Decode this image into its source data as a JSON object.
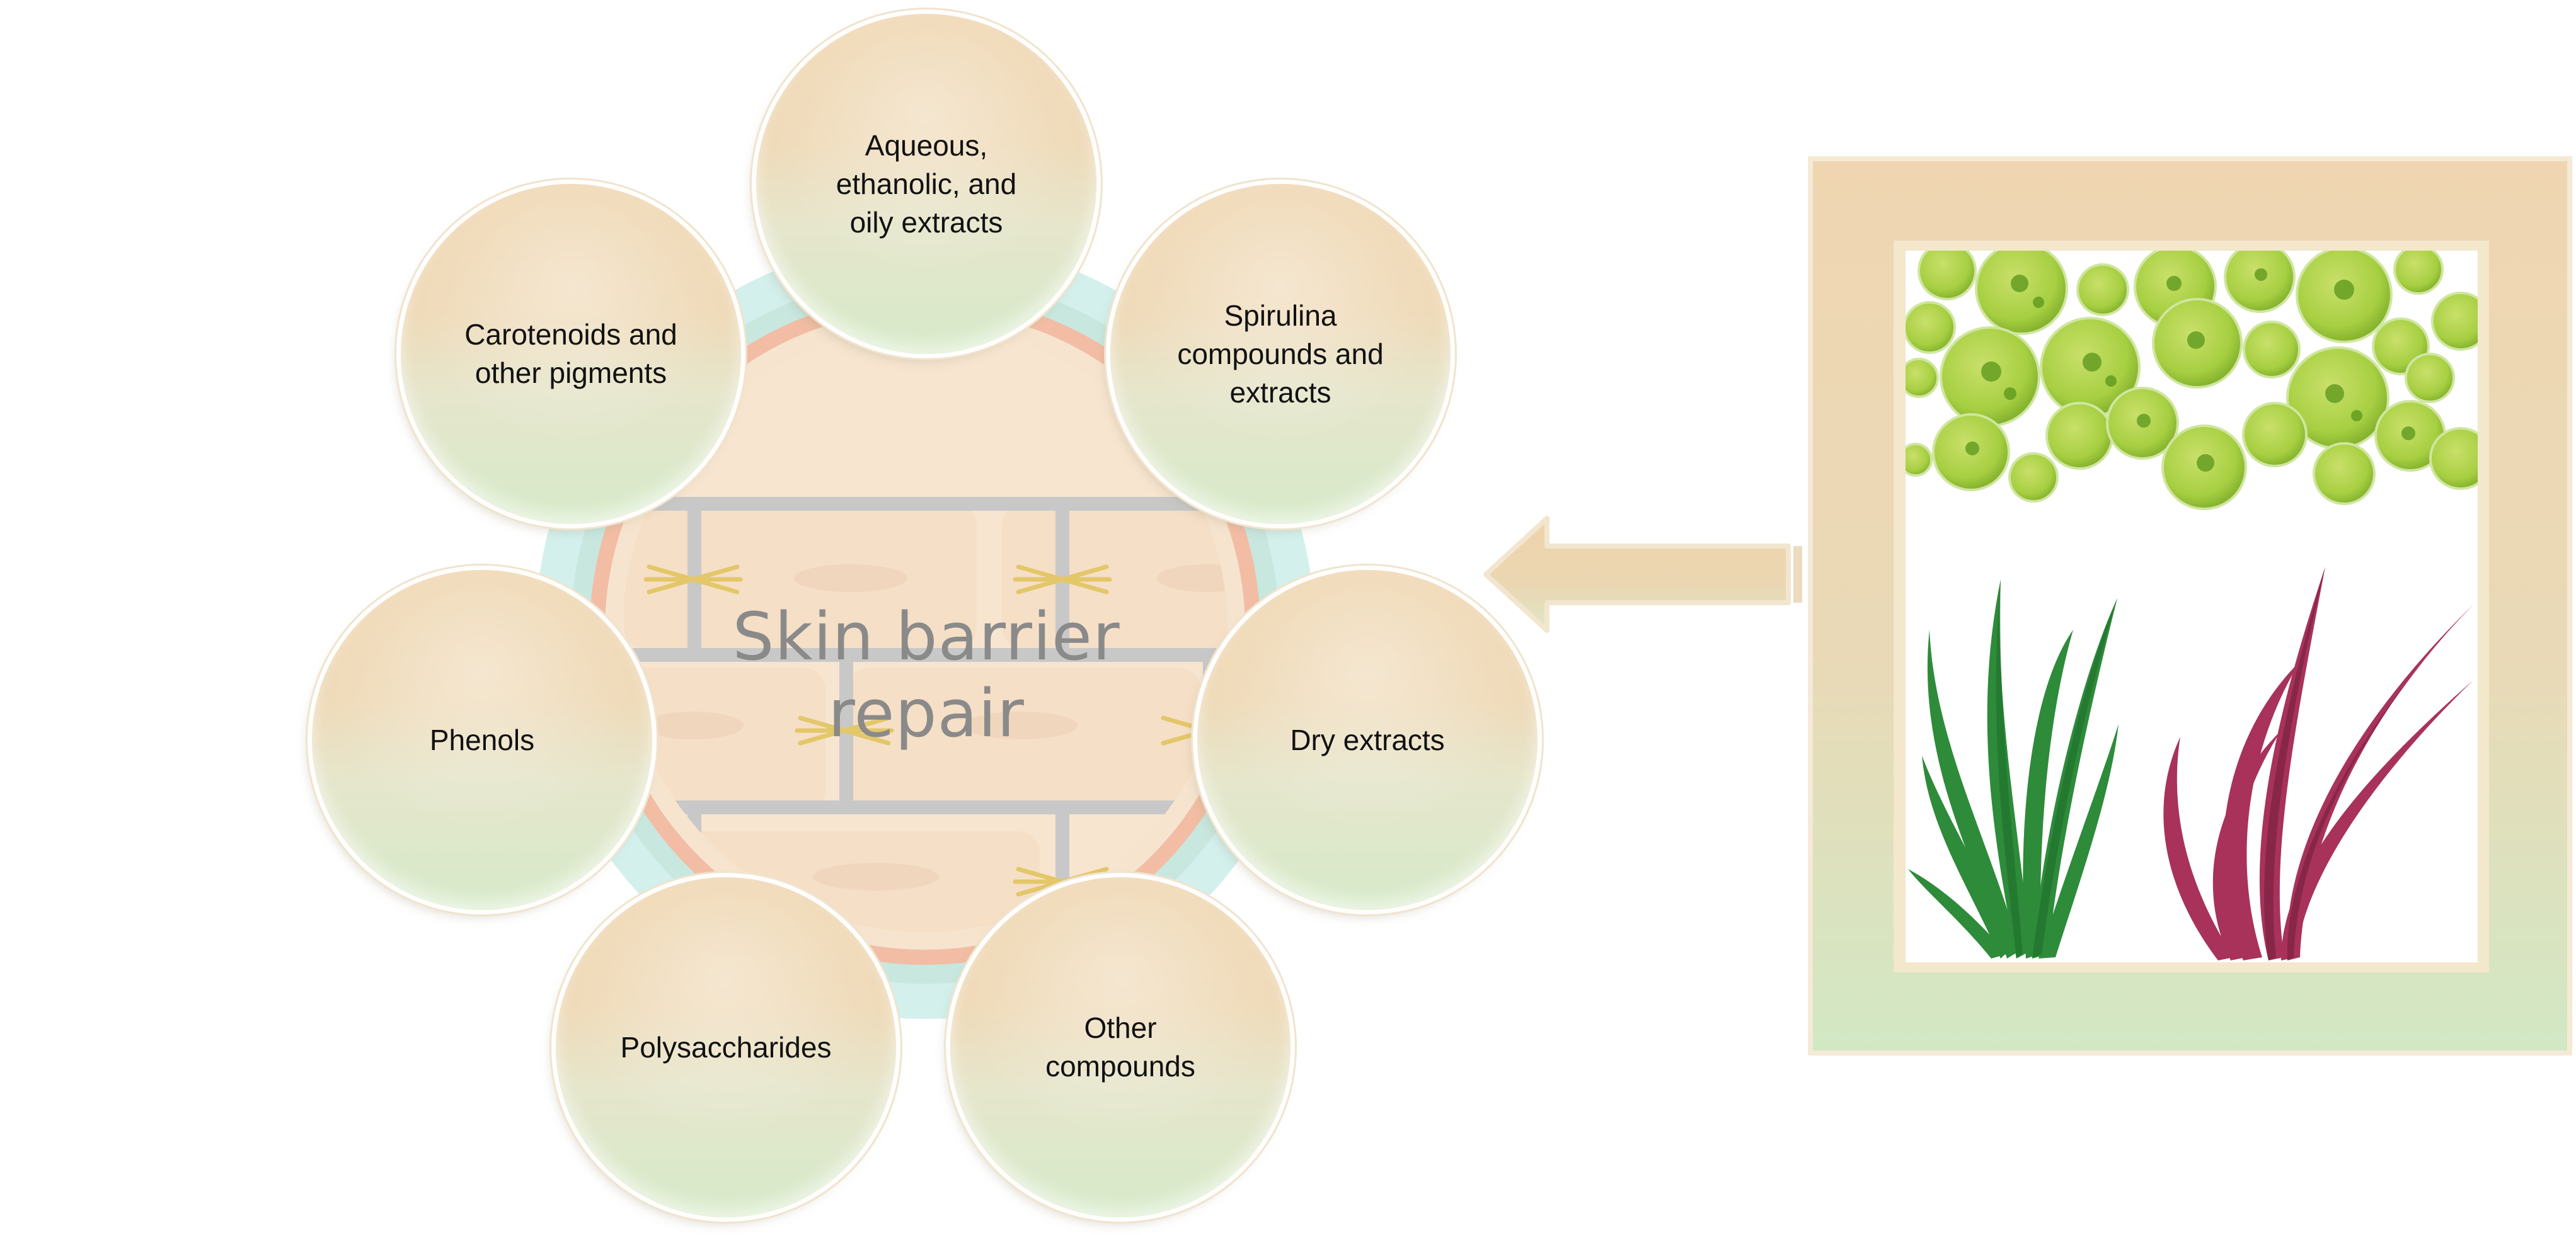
{
  "center": {
    "title": "Skin barrier repair"
  },
  "nodes": [
    {
      "id": "aqueous",
      "label": "Aqueous,\nethanolic, and\noily extracts"
    },
    {
      "id": "spirulina",
      "label": "Spirulina\ncompounds and\nextracts"
    },
    {
      "id": "dry",
      "label": "Dry extracts"
    },
    {
      "id": "other",
      "label": "Other\ncompounds"
    },
    {
      "id": "polysaccharides",
      "label": "Polysaccharides"
    },
    {
      "id": "phenols",
      "label": "Phenols"
    },
    {
      "id": "carotenoids",
      "label": "Carotenoids and\nother pigments"
    }
  ],
  "colors": {
    "node_top": "#efd6b1",
    "node_bottom": "#d6eac9",
    "skin_fill": "#f6e4cf",
    "skin_ring_outer": "#cfeeea",
    "skin_ring_inner": "#f2b9a1",
    "lipid": "#c7c7c7",
    "junction": "#e3c769",
    "microalgae": "#9cc83c",
    "green_seaweed": "#2e8b3a",
    "red_seaweed": "#a8325a"
  },
  "icons": [
    "left-arrow-icon",
    "microalgae-icon",
    "green-seaweed-icon",
    "red-seaweed-icon"
  ]
}
